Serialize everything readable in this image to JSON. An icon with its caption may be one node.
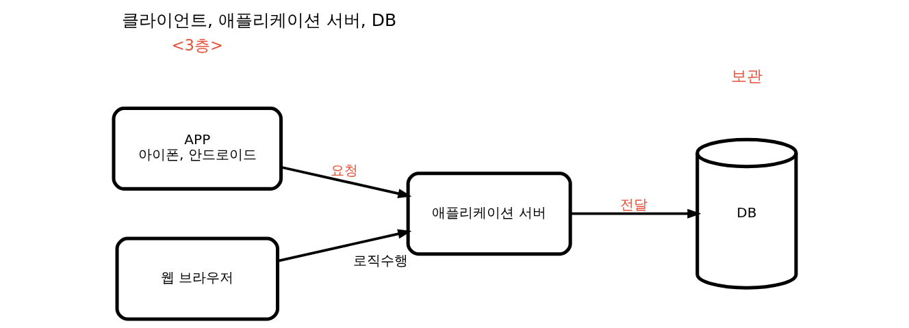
{
  "diagram": {
    "title": "클라이언트, 애플리케이션 서버, DB",
    "nodes": [
      {
        "text": [
          "APP",
          "아이폰, 안드로이드"
        ]
      },
      {
        "text": [
          "웹 브라우저"
        ]
      },
      {
        "text": [
          "애플리케이션 서버"
        ],
        "beside": [
          "로직수행"
        ]
      },
      {
        "text": [
          "DB"
        ]
      }
    ],
    "edges": [
      {
        "from": 0,
        "to": 2,
        "arrow": "to",
        "label": "요청"
      },
      {
        "from": 1,
        "to": 2,
        "arrow": "to"
      },
      {
        "from": 2,
        "to": 3,
        "arrow": "to",
        "label": "전달"
      }
    ],
    "labels": [
      "<3층>",
      "보관"
    ]
  }
}
